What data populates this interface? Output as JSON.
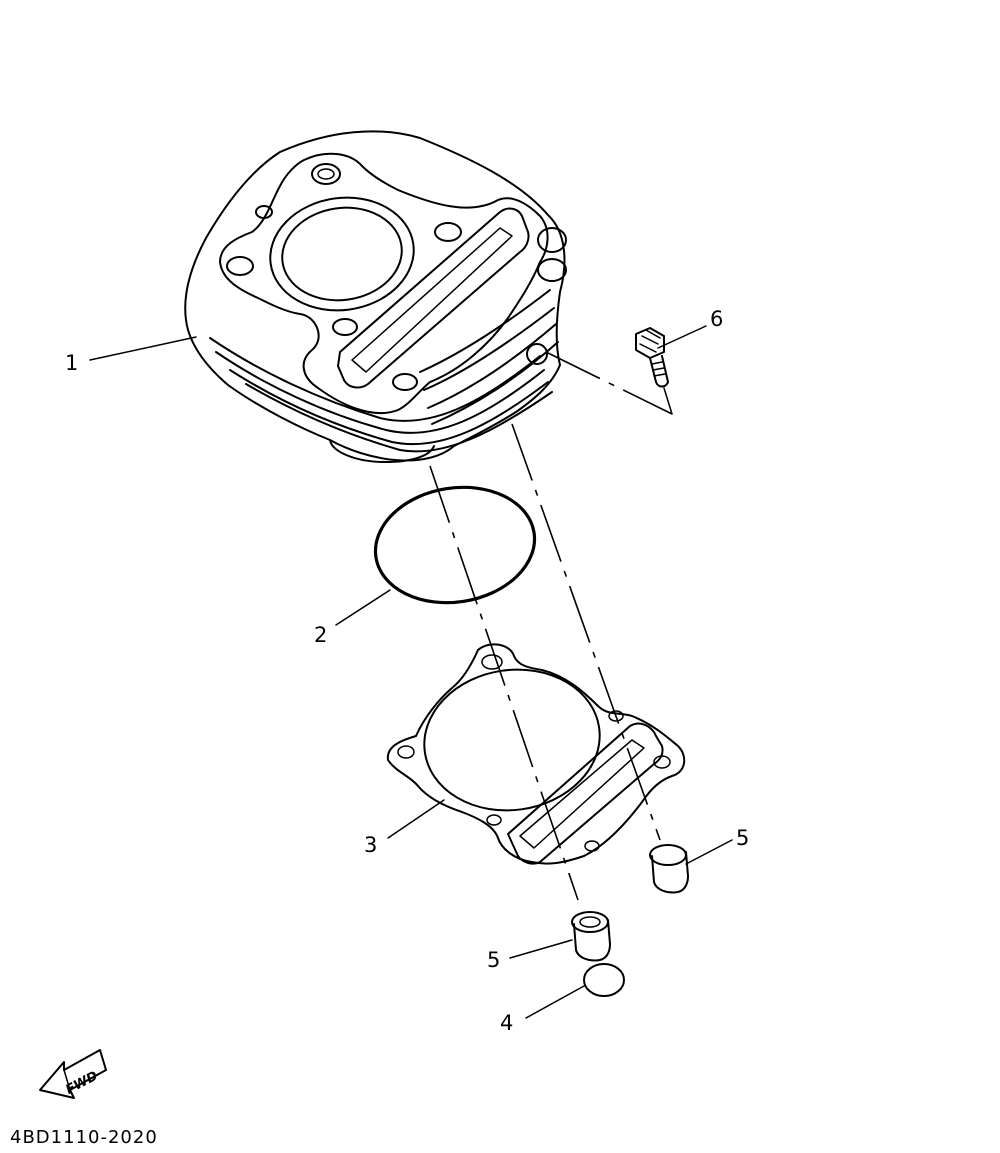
{
  "diagram": {
    "callouts": [
      {
        "id": "callout-1",
        "label": "1"
      },
      {
        "id": "callout-2",
        "label": "2"
      },
      {
        "id": "callout-3",
        "label": "3"
      },
      {
        "id": "callout-4",
        "label": "4"
      },
      {
        "id": "callout-5a",
        "label": "5"
      },
      {
        "id": "callout-5b",
        "label": "5"
      },
      {
        "id": "callout-6",
        "label": "6"
      }
    ],
    "fwd_label": "FWD",
    "diagram_code": "4BD1110-2020"
  }
}
